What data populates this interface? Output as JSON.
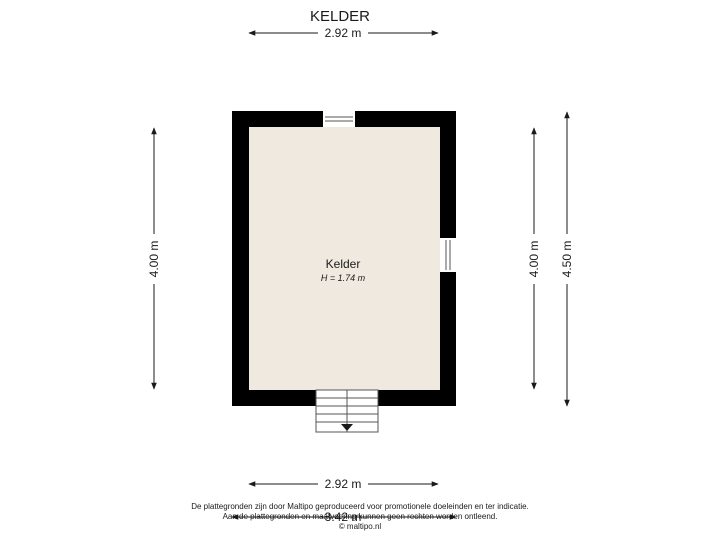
{
  "title": "KELDER",
  "room": {
    "name": "Kelder",
    "height": "H = 1.74 m"
  },
  "dimensions": {
    "top": "2.92 m",
    "bottom": "2.92 m",
    "left": "4.00 m",
    "right_inner": "4.00 m",
    "right_outer": "4.50 m",
    "overall_width": "3.42 m"
  },
  "footer": {
    "line1": "De plattegronden zijn door Maltipo geproduceerd voor promotionele doeleinden en ter indicatie.",
    "line2": "Aan de plattegronden en maatvoering kunnen geen rechten worden ontleend.",
    "line3": "© maltipo.nl"
  },
  "colors": {
    "wall": "#000000",
    "floor": "#efe9df",
    "dimension_line": "#1a1a1a"
  }
}
